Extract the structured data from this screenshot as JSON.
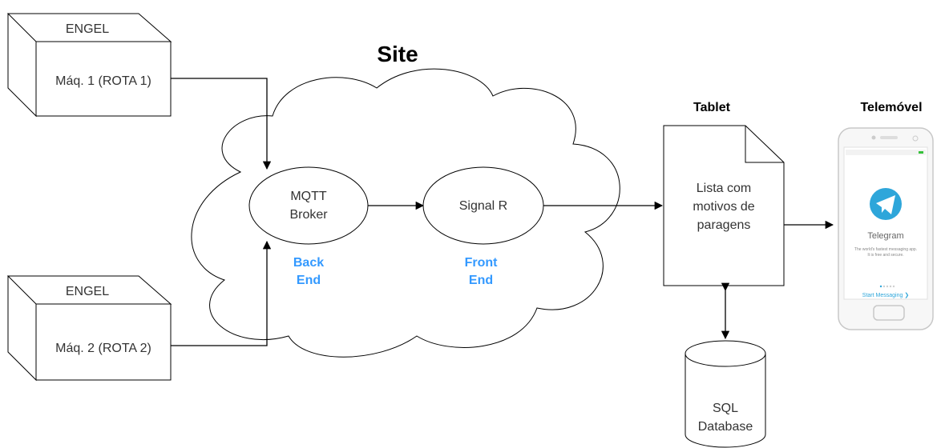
{
  "title": "Site",
  "machines": [
    {
      "header": "ENGEL",
      "label": "Máq. 1 (ROTA 1)"
    },
    {
      "header": "ENGEL",
      "label": "Máq. 2 (ROTA 2)"
    }
  ],
  "nodes": {
    "mqtt_line1": "MQTT",
    "mqtt_line2": "Broker",
    "signalr": "Signal R",
    "backend_line1": "Back",
    "backend_line2": "End",
    "frontend_line1": "Front",
    "frontend_line2": "End"
  },
  "tablet": {
    "title": "Tablet",
    "line1": "Lista com",
    "line2": "motivos de",
    "line3": "paragens"
  },
  "database": {
    "line1": "SQL",
    "line2": "Database"
  },
  "phone": {
    "title": "Telemóvel",
    "app_name": "Telegram",
    "tagline1": "The world's fastest messaging app.",
    "tagline2": "It is free and secure.",
    "start_label": "Start Messaging ❯"
  },
  "colors": {
    "accent": "#3399ff",
    "line": "#000000",
    "telegram": "#2ea6da"
  }
}
